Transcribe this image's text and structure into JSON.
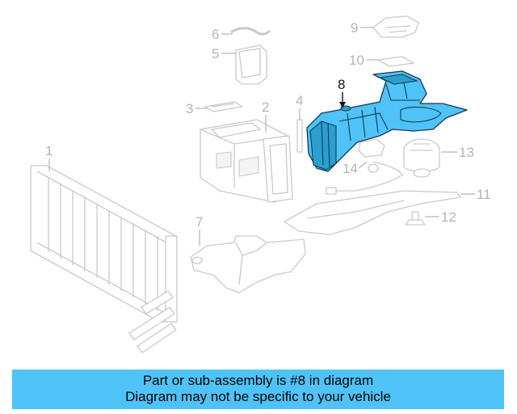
{
  "diagram": {
    "callouts": [
      {
        "id": "1",
        "label": "1"
      },
      {
        "id": "2",
        "label": "2"
      },
      {
        "id": "3",
        "label": "3"
      },
      {
        "id": "4",
        "label": "4"
      },
      {
        "id": "5",
        "label": "5"
      },
      {
        "id": "6",
        "label": "6"
      },
      {
        "id": "7",
        "label": "7"
      },
      {
        "id": "8",
        "label": "8"
      },
      {
        "id": "9",
        "label": "9"
      },
      {
        "id": "10",
        "label": "10"
      },
      {
        "id": "11",
        "label": "11"
      },
      {
        "id": "12",
        "label": "12"
      },
      {
        "id": "13",
        "label": "13"
      },
      {
        "id": "14",
        "label": "14"
      }
    ],
    "highlighted_part": "8",
    "highlight_color": "#4fc3f7"
  },
  "caption": {
    "line1": "Part or sub-assembly is #8 in diagram",
    "line2": "Diagram may not be specific to your vehicle",
    "background": "#4fc3f7"
  }
}
